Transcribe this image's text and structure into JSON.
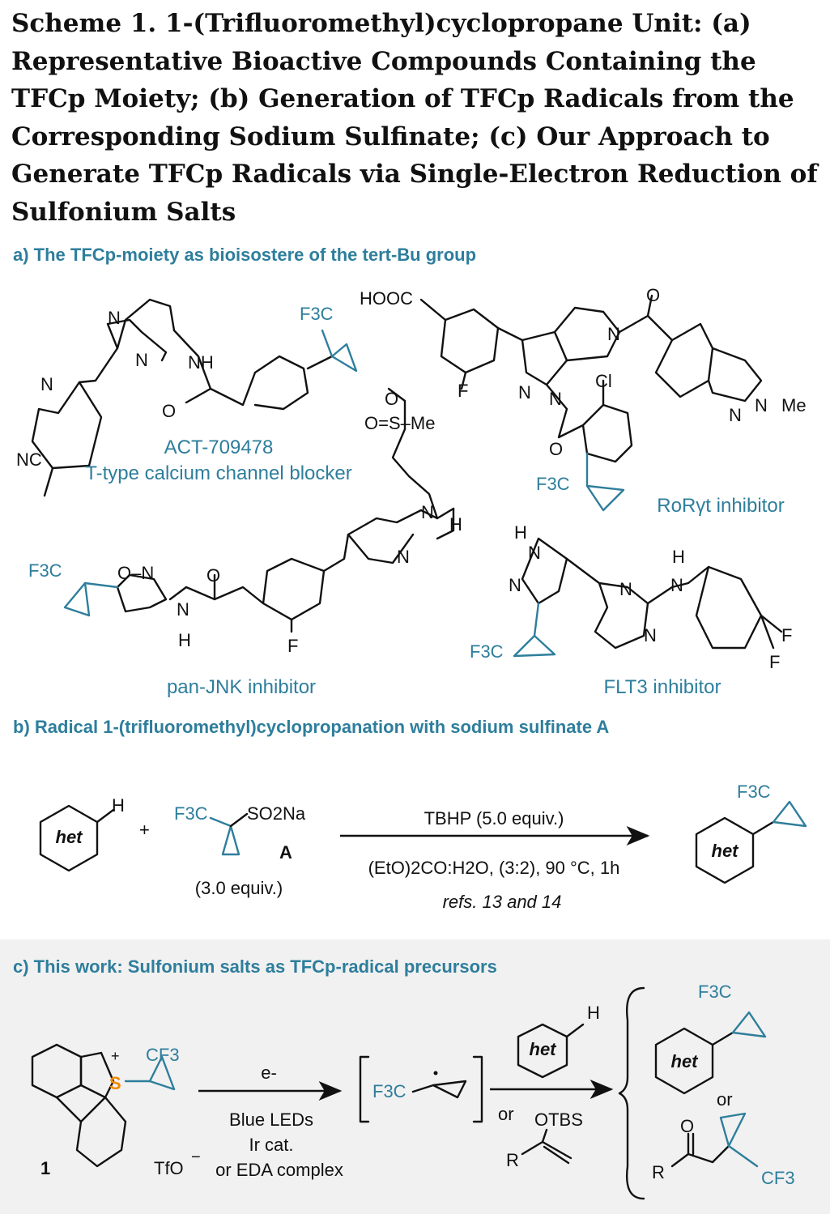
{
  "caption": "Scheme 1. 1-(Trifluoromethyl)cyclopropane Unit: (a) Representative Bioactive Compounds Containing the TFCp Moiety; (b) Generation of TFCp Radicals from the Corresponding Sodium Sulfinate; (c) Our Approach to Generate TFCp Radicals via Single-Electron Reduction of Sulfonium Salts",
  "colors": {
    "teal": "#2e7e9c",
    "sulfur": "#f08a00",
    "ink": "#111111",
    "panel_c_bg": "#f1f1f1"
  },
  "section_a": {
    "heading": "a) The TFCp-moiety as bioisostere of the tert-Bu group",
    "compounds": [
      {
        "name": "ACT-709478",
        "description": "T-type calcium channel blocker"
      },
      {
        "name": "RoRγt inhibitor"
      },
      {
        "name": "pan-JNK inhibitor"
      },
      {
        "name": "FLT3 inhibitor"
      }
    ],
    "atoms": {
      "F3C": "F3C",
      "N": "N",
      "NH": "NH",
      "NC": "NC",
      "O": "O",
      "H": "H",
      "F": "F",
      "Cl": "Cl",
      "HOOC": "HOOC",
      "Me": "Me",
      "S": "S",
      "OMe_sulfone": "O=S–Me",
      "ON": "O–N"
    }
  },
  "section_b": {
    "heading": "b) Radical 1-(trifluoromethyl)cyclopropanation with sodium sulfinate A",
    "het": "het",
    "H": "H",
    "plus": "+",
    "reagent_group": "SO2Na",
    "reagent_label": "A",
    "reagent_equiv": "(3.0 equiv.)",
    "conditions_top": "TBHP (5.0 equiv.)",
    "conditions_bottom": "(EtO)2CO:H2O, (3:2), 90 °C, 1h",
    "refs": "refs. 13 and 14"
  },
  "section_c": {
    "heading": "c) This work: Sulfonium salts as TFCp-radical precursors",
    "compound_label": "1",
    "counterion": "TfO",
    "sulfur": "S",
    "cf3": "CF3",
    "arrow1_top": "e-",
    "arrow1_bottom": [
      "Blue LEDs",
      "Ir cat.",
      "or EDA complex"
    ],
    "radical": "F3C",
    "or_left": "or",
    "or_right": "or",
    "silyl": "OTBS",
    "R": "R",
    "het": "het",
    "H": "H"
  }
}
